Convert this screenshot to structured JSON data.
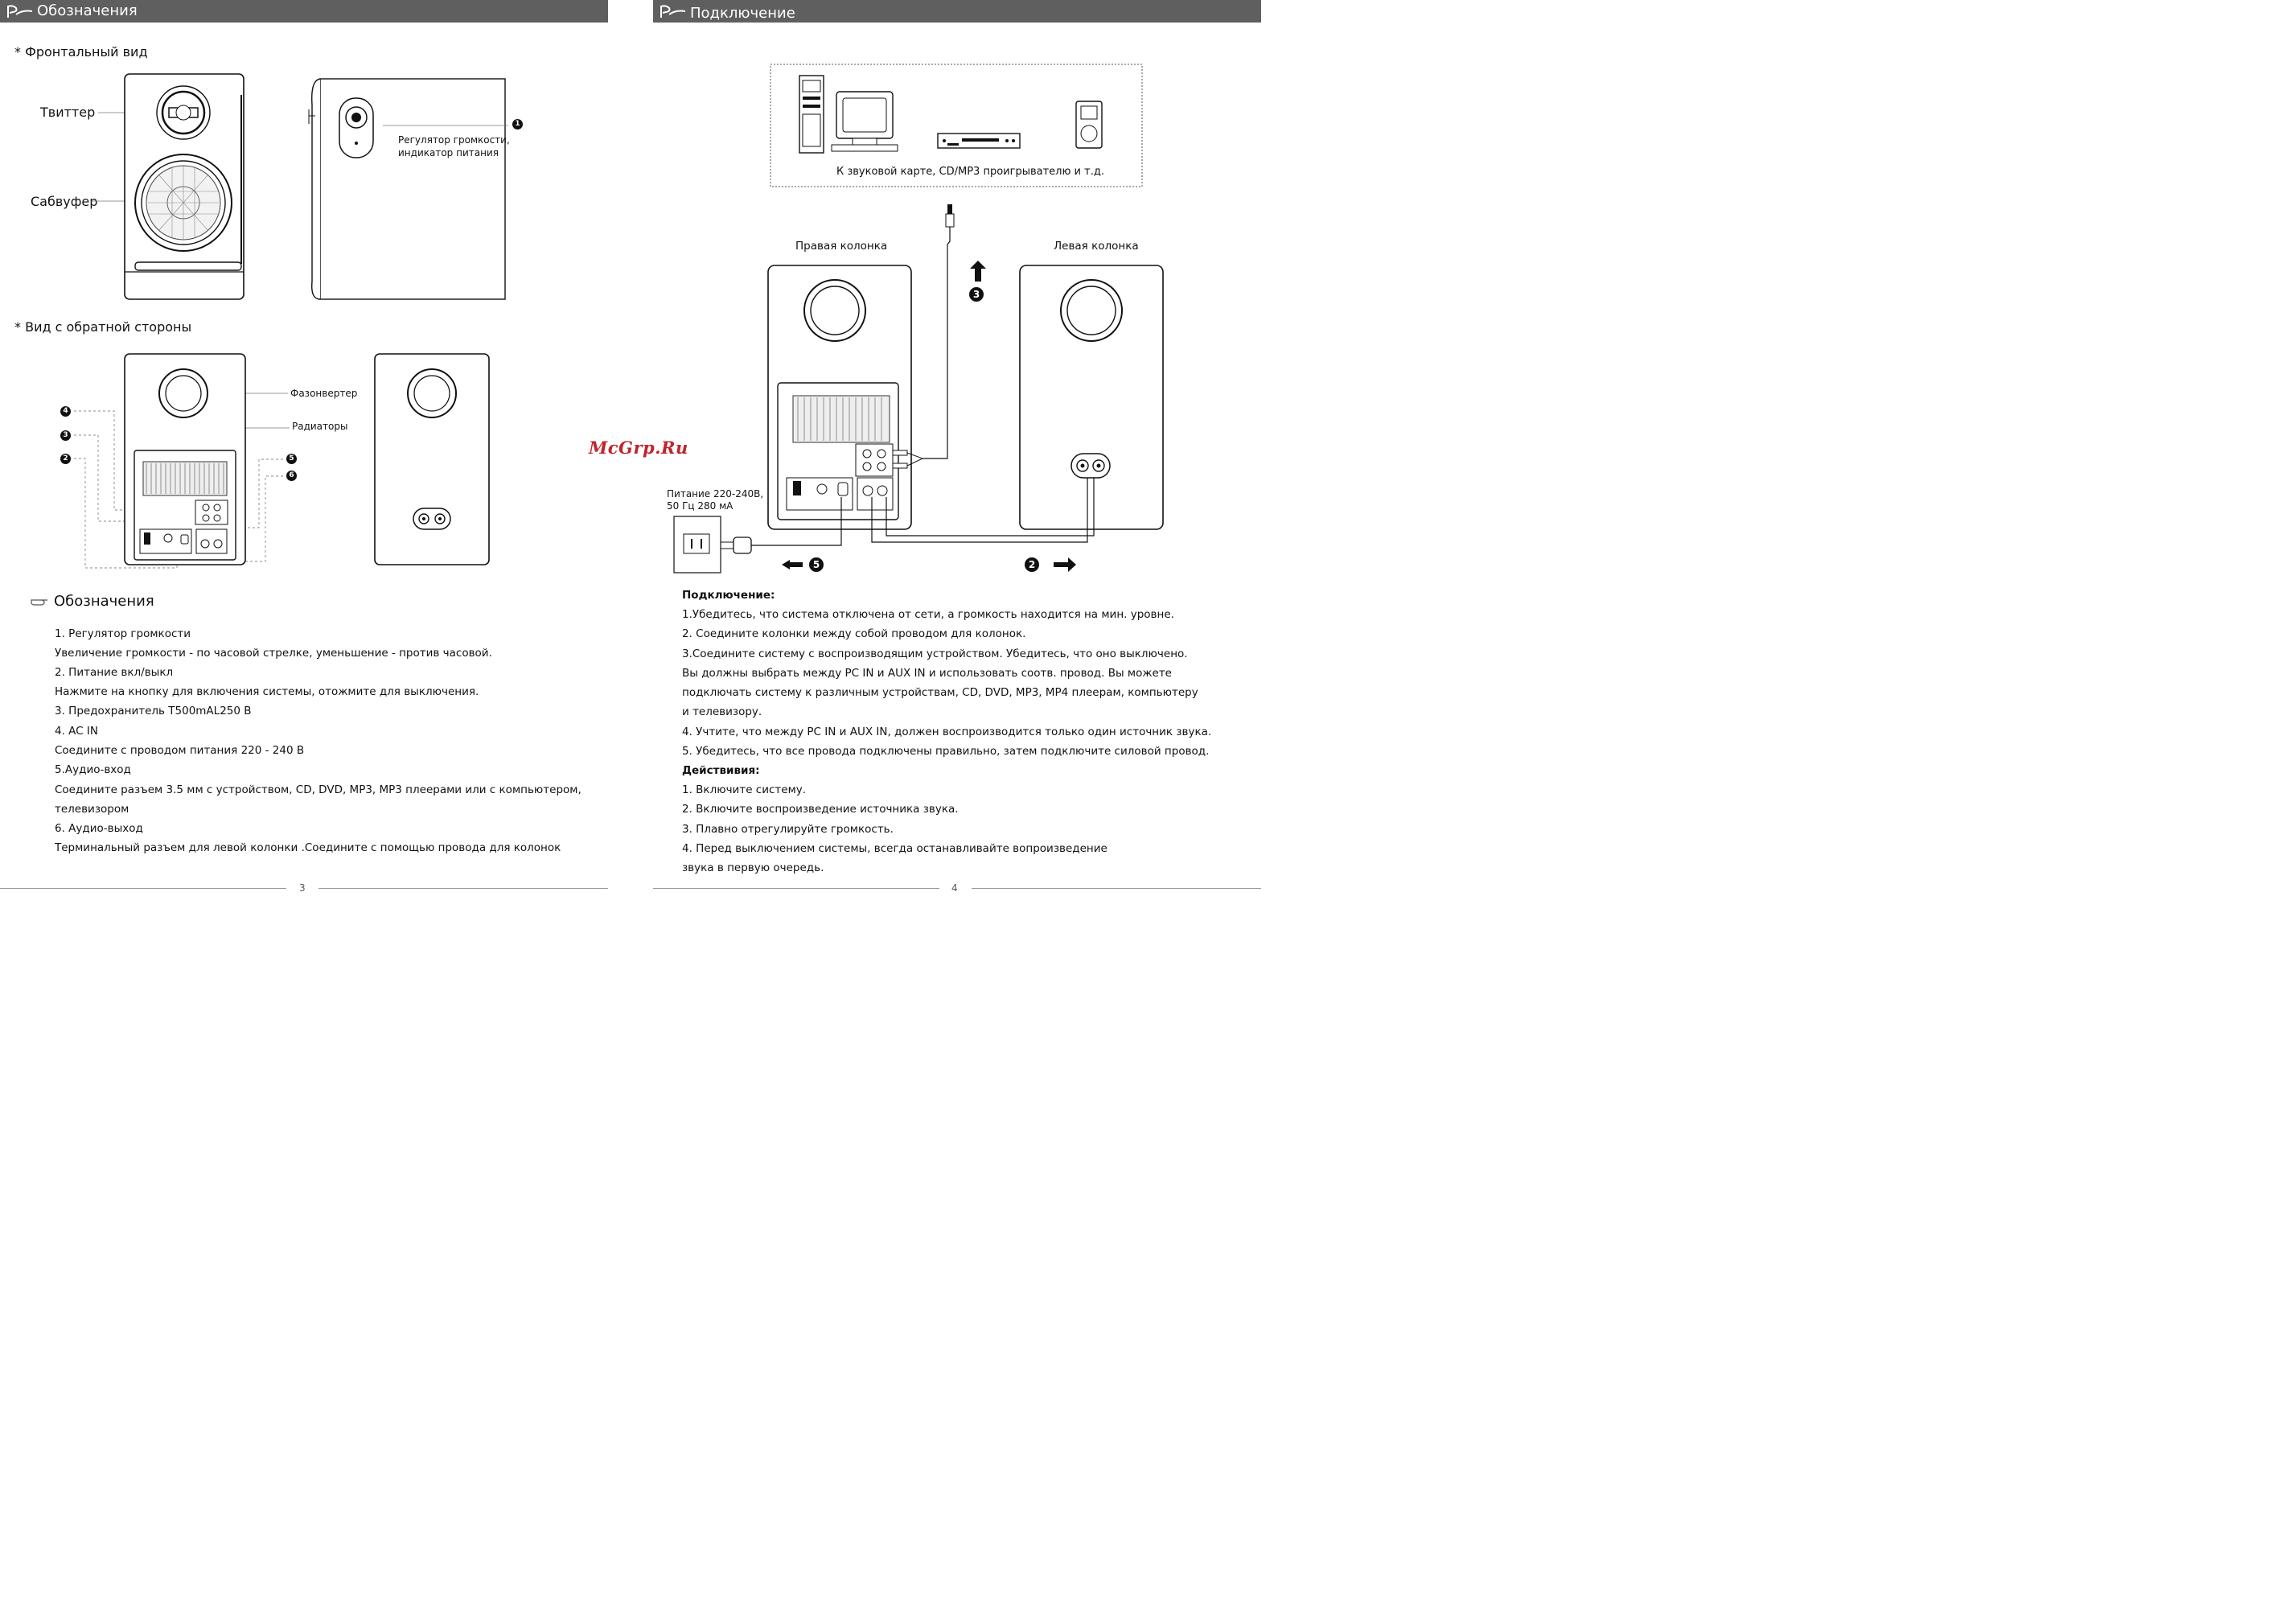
{
  "left_page": {
    "header_title": "Обозначения",
    "front_view_heading": "* Фронтальный вид",
    "label_tweeter": "Твиттер",
    "label_subwoofer": "Сабвуфер",
    "callout_1_number": "1",
    "callout_1_text": [
      "Регулятор громкости,",
      "индикатор питания"
    ],
    "back_view_heading": "* Вид с обратной стороны",
    "label_phase_inverter": "Фазонвертер",
    "label_radiators": "Радиаторы",
    "callout_numbers": [
      "4",
      "3",
      "2",
      "5",
      "6"
    ],
    "legend_heading": "Обозначения",
    "legend_lines": [
      "1. Регулятор громкости",
      "Увеличение громкости - по часовой стрелке, уменьшение - против часовой.",
      "2. Питание вкл/выкл",
      "Нажмите на кнопку для включения системы, отожмите для выключения.",
      "3. Предохранитель T500mAL250 В",
      "4. AC IN",
      "Соедините с проводом питания 220 - 240 В",
      "5.Аудио-вход",
      "Соедините разъем 3.5 мм с устройством, CD, DVD, MP3, MP3 плеерами или с компьютером,",
      "телевизором",
      "6. Аудио-выход",
      "Терминальный разъем для левой колонки .Соедините с помощью провода для колонок"
    ],
    "page_number": "3"
  },
  "right_page": {
    "header_title": "Подключение",
    "sources_caption": "К звуковой карте, CD/MP3 проигрывателю и т.д.",
    "label_right_speaker": "Правая колонка",
    "label_left_speaker": "Левая колонка",
    "step_3": "3",
    "power_label": [
      "Питание 220-240В,",
      "50 Гц 280 мА"
    ],
    "step_5": "5",
    "step_2": "2",
    "watermark": "McGrp.Ru",
    "connection_heading": "Подключение:",
    "connection_lines": [
      "1.Убедитесь, что система отключена от сети, а громкость находится на мин. уровне.",
      "2. Соедините колонки между собой проводом для колонок.",
      "3.Соедините систему с воспроизводящим устройством. Убедитесь, что оно выключено.",
      "Вы должны выбрать между PC IN  и AUX IN и использовать соотв. провод. Вы можете",
      "подключать систему к различным устройствам, CD, DVD, MP3, MP4 плеерам, компьютеру",
      "и телевизору.",
      "4. Учтите, что между PC IN и AUX IN, должен воспроизводится только один источник звука.",
      "5. Убедитесь, что все провода подключены правильно, затем подключите силовой провод."
    ],
    "actions_heading": "Действивия:",
    "actions_lines": [
      "1. Включите систему.",
      "2. Включите воспроизведение источника звука.",
      "3. Плавно отрегулируйте громкость.",
      "4. Перед выключением системы, всегда останавливайте вопроизведение",
      "звука в первую очередь."
    ],
    "page_number": "4"
  }
}
